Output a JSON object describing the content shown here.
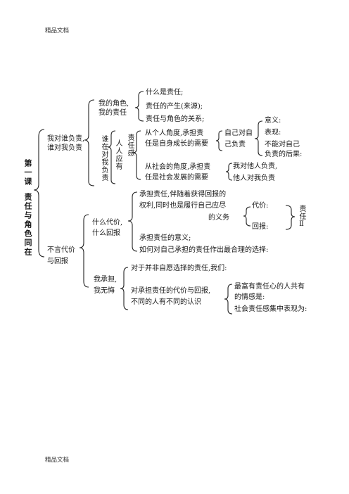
{
  "header": "精品文档",
  "footer": "精品文档",
  "lesson_title": "第一课",
  "lesson_topic": "责任与角色同在",
  "branch1": {
    "label_line1": "我对谁负责,",
    "label_line2": "谁对我负责",
    "roles": {
      "label_line1": "我的角色,",
      "label_line2": "我的责任",
      "items": [
        "什么是责任;",
        "责任的产生(来源);",
        "责任与角色的关系;"
      ]
    },
    "responsible": {
      "label_vertical": "谁在对我负责",
      "sub_vertical": "人人应有",
      "sense_vertical": "责任感",
      "personal": {
        "line1": "从个人角度,承担责",
        "line2": "任是自身成长的需要",
        "self_line1": "自己对自",
        "self_line2": "己负责",
        "details": [
          "意义:",
          "表现:",
          "不能对自己",
          "负责的后果:"
        ]
      },
      "social": {
        "line1": "从社会的角度,承担责",
        "line2": "任是社会发展的需要",
        "items": [
          "我对他人负责,",
          "他人对我负责"
        ]
      }
    }
  },
  "branch2": {
    "label_line1": "不言代价",
    "label_line2": "与回报",
    "cost": {
      "label_line1": "什么代价,",
      "label_line2": "什么回报",
      "line1": "承担责任,伴随着获得回报的",
      "line2": "权利,同时也是履行自己应尽",
      "line3": "的义务",
      "cost_label": "代价:",
      "reward_label": "回报:",
      "duty_vertical": "责任Ⅱ",
      "meaning": "承担责任的意义;",
      "choice": "如何对自己承担的责任作出最合理的选择:"
    },
    "undertake": {
      "label_line1": "我承担,",
      "label_line2": "我无悔",
      "unwilling": "对于并非自愿选择的责任,我们:",
      "views_line1": "对承担责任的代价与回报,",
      "views_line2": "不同的人有不同的认识",
      "sense_line1": "最富有责任心的人共有",
      "sense_line2": "的情感是:",
      "sense_line3": "社会责任感集中表现为:"
    }
  }
}
